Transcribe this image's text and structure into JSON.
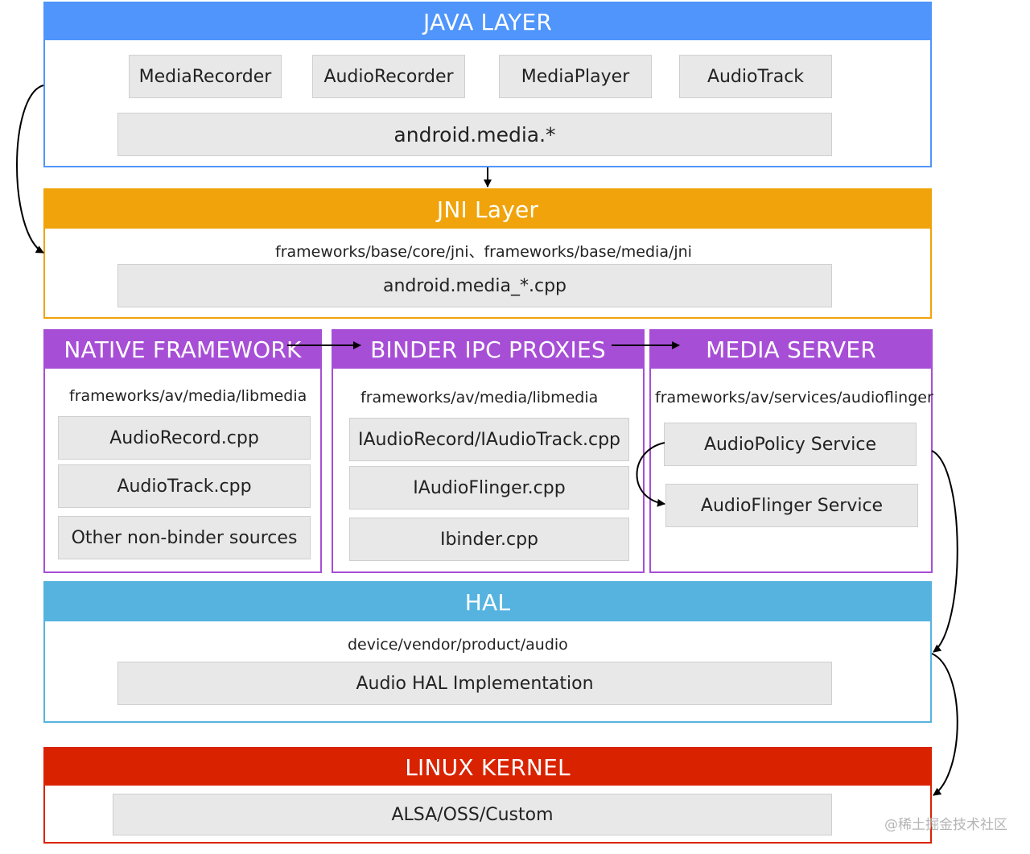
{
  "java": {
    "title": "JAVA LAYER",
    "items": [
      "MediaRecorder",
      "AudioRecorder",
      "MediaPlayer",
      "AudioTrack"
    ],
    "media": "android.media.*",
    "color": "#4f95fb"
  },
  "jni": {
    "title": "JNI Layer",
    "path": "frameworks/base/core/jni、frameworks/base/media/jni",
    "box": "android.media_*.cpp",
    "color": "#f0a30a"
  },
  "native": {
    "title": "NATIVE FRAMEWORK",
    "path": "frameworks/av/media/libmedia",
    "items": [
      "AudioRecord.cpp",
      "AudioTrack.cpp",
      "Other non-binder sources"
    ],
    "color": "#a74ed6"
  },
  "binder": {
    "title": "BINDER IPC PROXIES",
    "path": "frameworks/av/media/libmedia",
    "items": [
      "IAudioRecord/IAudioTrack.cpp",
      "IAudioFlinger.cpp",
      "Ibinder.cpp"
    ],
    "color": "#a74ed6"
  },
  "server": {
    "title": "MEDIA SERVER",
    "path": "frameworks/av/services/audioflinger",
    "items": [
      "AudioPolicy Service",
      "AudioFlinger Service"
    ],
    "color": "#a74ed6"
  },
  "hal": {
    "title": "HAL",
    "path": "device/vendor/product/audio",
    "box": "Audio HAL Implementation",
    "color": "#56b3e0"
  },
  "kernel": {
    "title": "LINUX KERNEL",
    "box": "ALSA/OSS/Custom",
    "color": "#d92300"
  },
  "watermark": "@稀土掘金技术社区"
}
